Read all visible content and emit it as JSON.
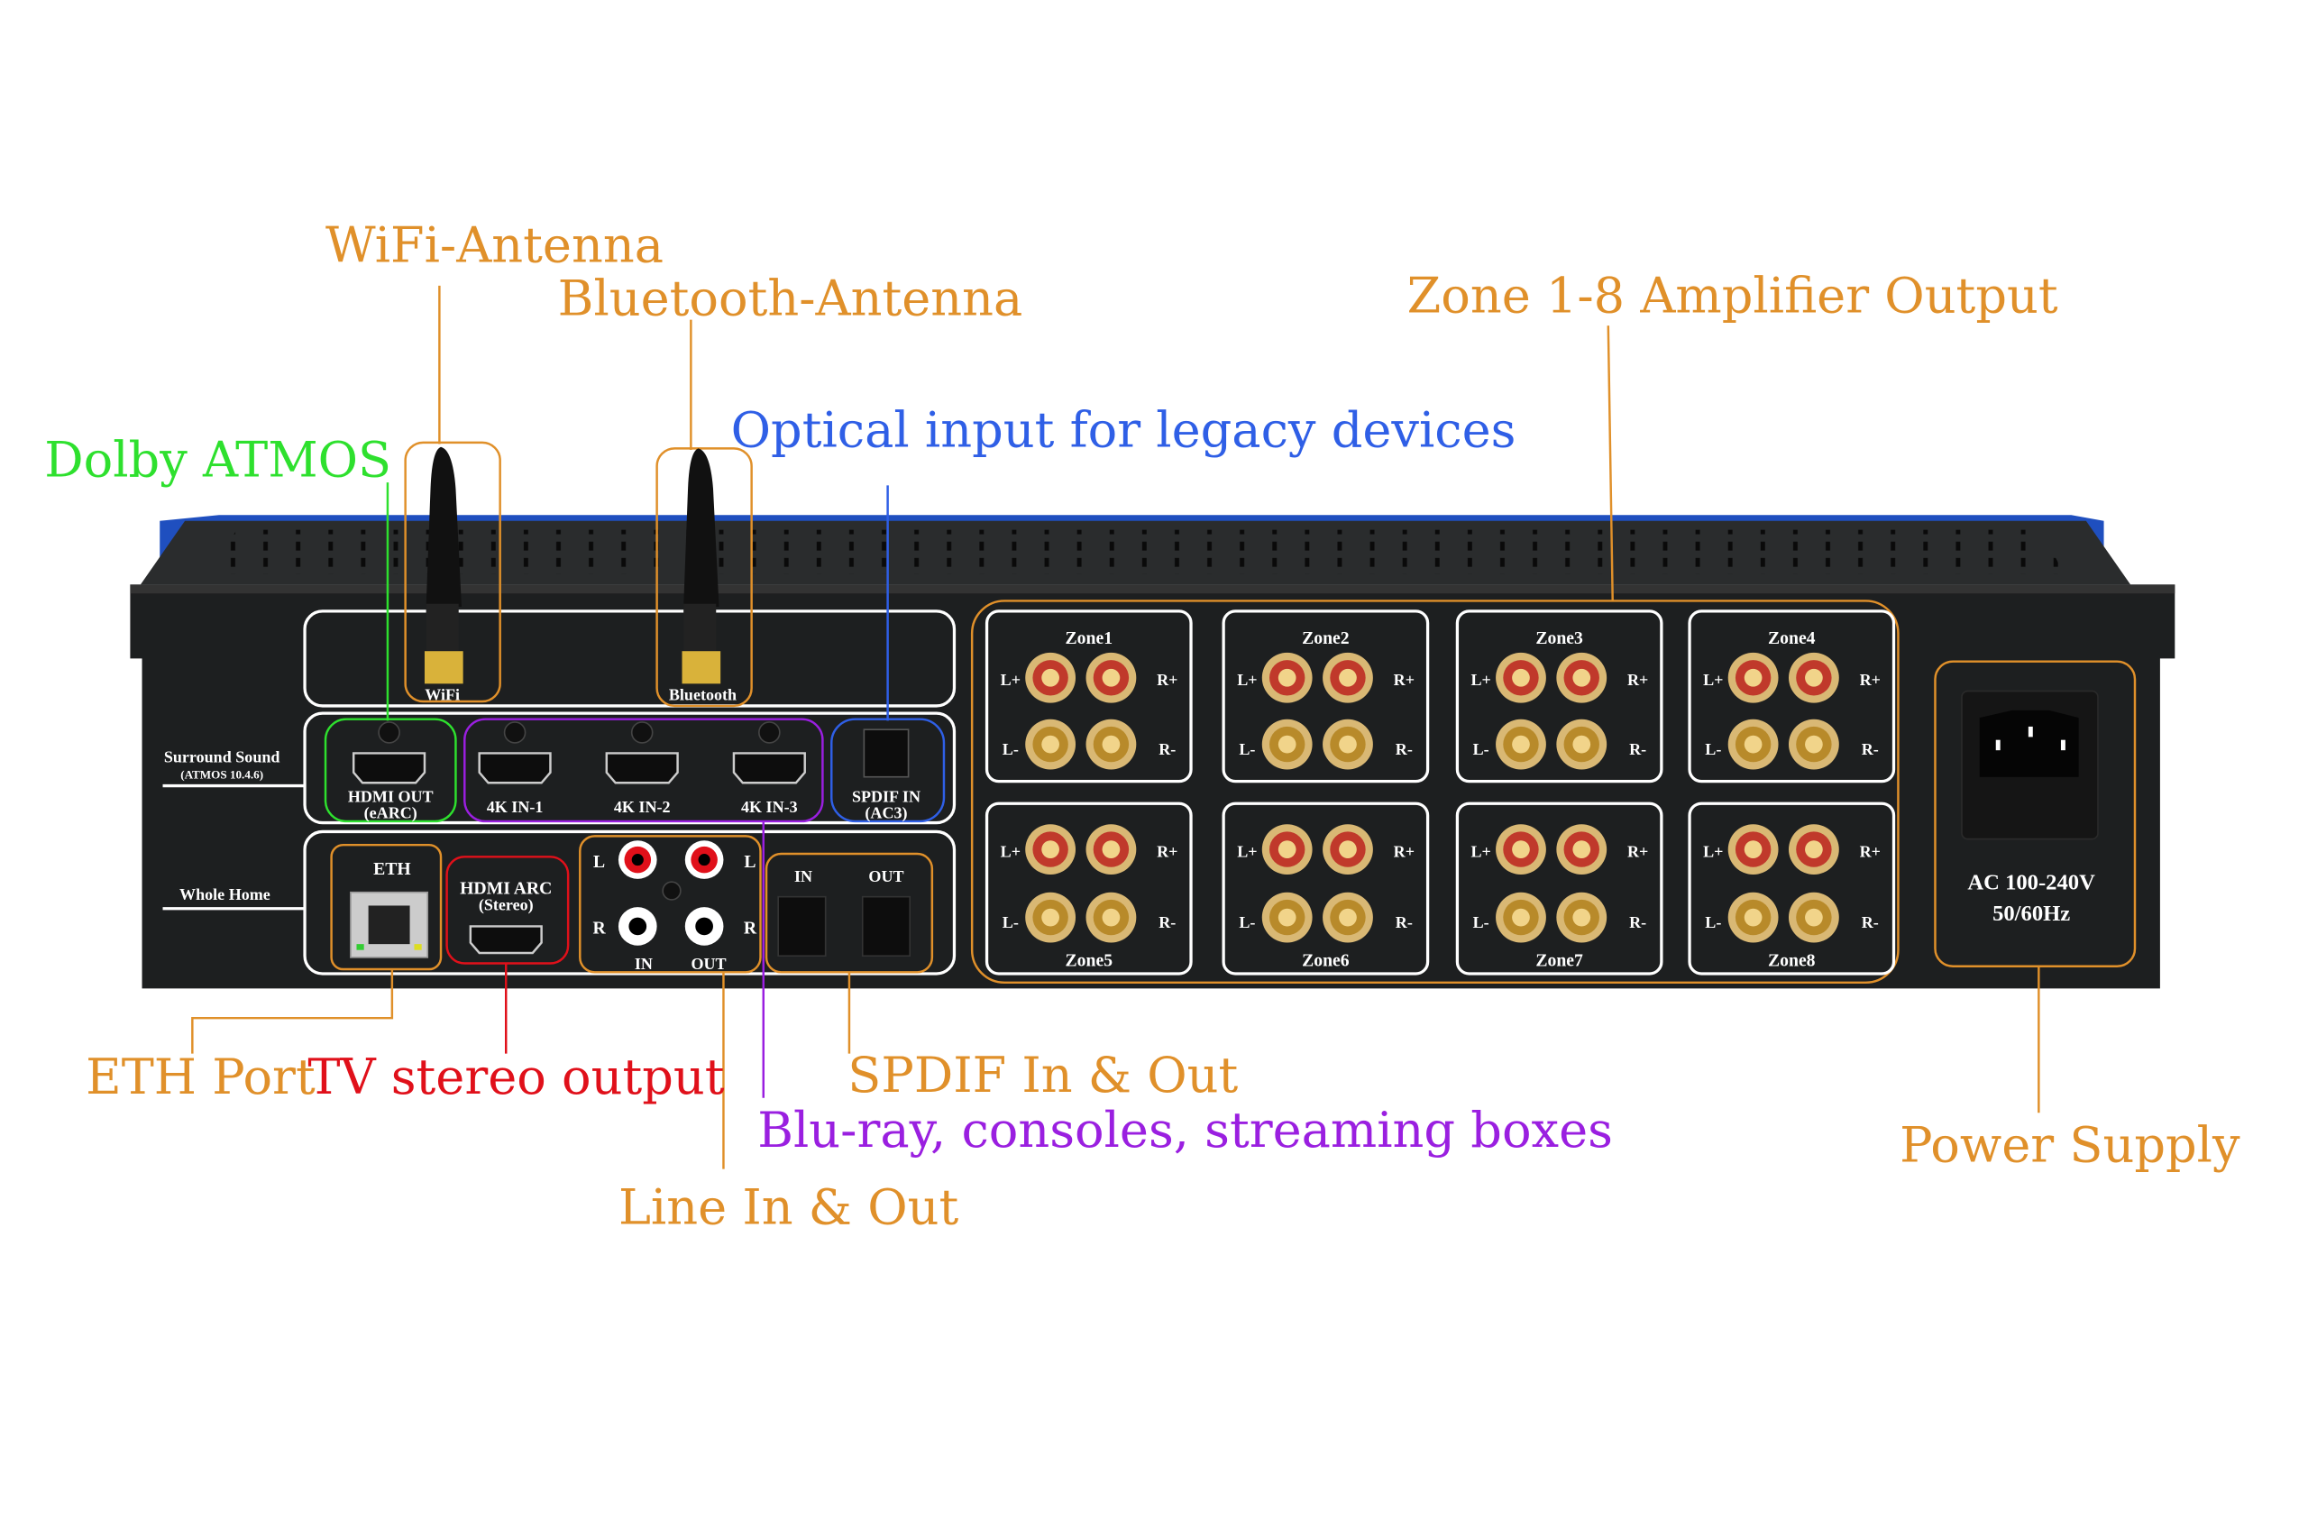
{
  "colors": {
    "orange": "#e0902a",
    "blue": "#2f5fe6",
    "green": "#2ee02e",
    "red": "#e0101a",
    "purple": "#9a1fe0",
    "chassis": "#1d1f20",
    "accent_blue": "#1f4fbf"
  },
  "callouts": {
    "wifi_antenna": "WiFi-Antenna",
    "bluetooth_antenna": "Bluetooth-Antenna",
    "zone_output": "Zone 1-8 Amplifier Output",
    "optical_input": "Optical input for legacy devices",
    "dolby_atmos": "Dolby ATMOS",
    "eth_port": "ETH Port",
    "tv_stereo": "TV stereo output",
    "spdif_inout": "SPDIF In & Out",
    "bluray": "Blu-ray, consoles, streaming boxes",
    "line_inout": "Line In & Out",
    "power_supply": "Power Supply"
  },
  "panel": {
    "wifi": "WiFi",
    "bluetooth": "Bluetooth",
    "surround_title": "Surround Sound",
    "surround_sub": "(ATMOS 10.4.6)",
    "whole_home": "Whole Home",
    "hdmi_out": "HDMI OUT",
    "hdmi_out_sub": "(eARC)",
    "in1": "4K IN-1",
    "in2": "4K IN-2",
    "in3": "4K IN-3",
    "spdif_in": "SPDIF IN",
    "spdif_in_sub": "(AC3)",
    "eth": "ETH",
    "hdmi_arc": "HDMI ARC",
    "hdmi_arc_sub": "(Stereo)",
    "line_l": "L",
    "line_r": "R",
    "line_in": "IN",
    "line_out": "OUT",
    "opt_in": "IN",
    "opt_out": "OUT",
    "ac_voltage": "AC 100-240V",
    "ac_freq": "50/60Hz"
  },
  "zones": [
    {
      "name": "Zone1",
      "row": "top"
    },
    {
      "name": "Zone2",
      "row": "top"
    },
    {
      "name": "Zone3",
      "row": "top"
    },
    {
      "name": "Zone4",
      "row": "top"
    },
    {
      "name": "Zone5",
      "row": "bottom"
    },
    {
      "name": "Zone6",
      "row": "bottom"
    },
    {
      "name": "Zone7",
      "row": "bottom"
    },
    {
      "name": "Zone8",
      "row": "bottom"
    }
  ],
  "terminal_labels": {
    "lp": "L+",
    "rp": "R+",
    "lm": "L-",
    "rm": "R-"
  }
}
